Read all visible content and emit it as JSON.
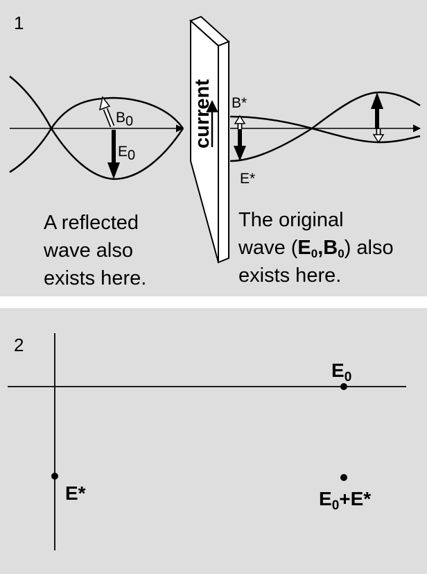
{
  "panel1": {
    "number": "1",
    "left_labels": {
      "b": "B",
      "b_sub": "0",
      "e": "E",
      "e_sub": "0"
    },
    "sheet_label": "current",
    "right_labels": {
      "b_star": "B*",
      "e_star": "E*"
    },
    "caption_left": [
      "A reflected",
      "wave also",
      "exists here."
    ],
    "caption_right": {
      "line1": "The original",
      "line2_prefix": "wave (",
      "line2_e": "E",
      "line2_e_sub": "0",
      "line2_comma": ",",
      "line2_b": "B",
      "line2_b_sub": "0",
      "line2_suffix": ") also",
      "line3": "exists here."
    }
  },
  "panel2": {
    "number": "2",
    "e0": {
      "main": "E",
      "sub": "0"
    },
    "e_star": "E*",
    "sum": {
      "e": "E",
      "sub": "0",
      "rest": "+E*"
    }
  },
  "colors": {
    "background": "#dedede",
    "separator": "#ffffff",
    "ink": "#000000",
    "sheet": "#ffffff"
  }
}
